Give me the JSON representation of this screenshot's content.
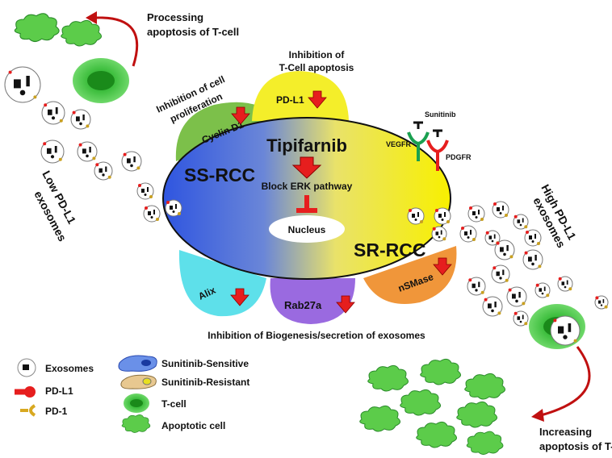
{
  "labels": {
    "processing_1": "Processing",
    "processing_2": "apoptosis of T-cell",
    "inhib_tcell_1": "Inhibition of",
    "inhib_tcell_2": "T-Cell apoptosis",
    "inhib_prolif_1": "Inhibition of cell",
    "inhib_prolif_2": "proliferation",
    "low_1": "Low PD-L1",
    "low_2": "exosomes",
    "high_1": "High PD-L1",
    "high_2": "exosomes",
    "biogenesis": "Inhibition of Biogenesis/secretion of exosomes",
    "increasing_1": "Increasing",
    "increasing_2": "apoptosis of T-cell"
  },
  "cell": {
    "drug": "Tipifarnib",
    "pathway": "Block ERK pathway",
    "nucleus": "Nucleus",
    "ss": "SS-RCC",
    "sr": "SR-RCC",
    "sunitinib": "Sunitinib",
    "vegfr": "VEGFR",
    "pdgfr": "PDGFR"
  },
  "lobes": {
    "cyclin": "Cyclin D1",
    "pdl1": "PD-L1",
    "alix": "Alix",
    "rab": "Rab27a",
    "nsmase": "nSMase"
  },
  "legend": {
    "exosomes": "Exosomes",
    "pdl1": "PD-L1",
    "pd1": "PD-1",
    "sensitive": "Sunitinib-Sensitive",
    "resistant": "Sunitinib-Resistant",
    "tcell": "T-cell",
    "apoptotic": "Apoptotic cell"
  },
  "colors": {
    "blue": "#3a5fd8",
    "yellow": "#f4ee2a",
    "green": "#7cc04a",
    "cyan": "#5ee0ea",
    "purple": "#9a6ae0",
    "orange": "#f0963a",
    "red": "#e61e1e"
  }
}
